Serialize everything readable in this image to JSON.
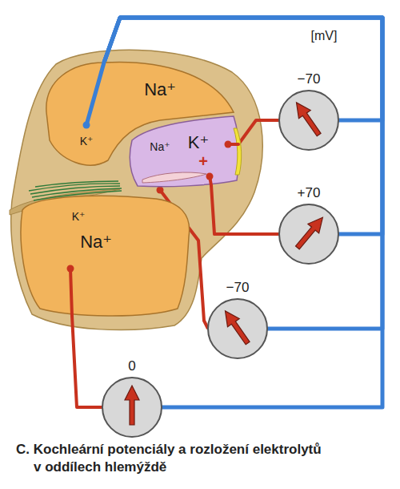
{
  "diagram": {
    "caption": "C. Kochleární potenciály a rozložení elektrolytů v oddílech hlemýždě",
    "nodes": [
      {
        "text": [
          "Na⁺",
          "K⁺"
        ]
      },
      {
        "text": [
          "−70"
        ]
      },
      {
        "text": [
          "Na⁺",
          "K⁺",
          "+"
        ]
      },
      {
        "text": [
          "+70"
        ]
      },
      {
        "text": [
          "K⁺",
          "Na⁺"
        ]
      },
      {
        "text": [
          "−70"
        ]
      },
      {
        "text": [
          "0"
        ]
      }
    ],
    "edges": [
      {
        "from": 2,
        "to": 1,
        "arrow": "none"
      },
      {
        "from": 2,
        "to": 3,
        "arrow": "none"
      },
      {
        "from": 4,
        "to": 6,
        "arrow": "none"
      },
      {
        "from": 0,
        "to": 1,
        "arrow": "none"
      },
      {
        "from": 0,
        "to": 3,
        "arrow": "none"
      },
      {
        "from": 0,
        "to": 5,
        "arrow": "none"
      },
      {
        "from": 0,
        "to": 6,
        "arrow": "none"
      }
    ],
    "labels": [
      "[mV]"
    ]
  }
}
